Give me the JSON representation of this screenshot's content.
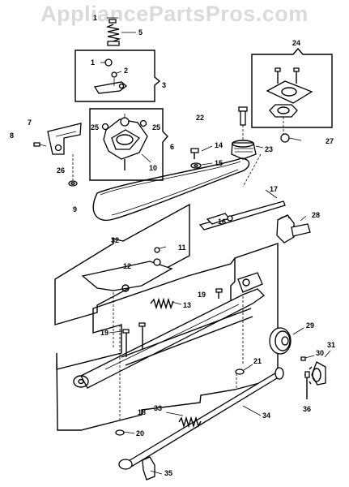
{
  "watermark": "AppliancePartsPros.com",
  "callouts": [
    "1",
    "5",
    "1",
    "2",
    "3",
    "24",
    "7",
    "25",
    "25",
    "8",
    "6",
    "10",
    "22",
    "14",
    "23",
    "27",
    "26",
    "15",
    "17",
    "9",
    "16",
    "28",
    "32",
    "11",
    "12",
    "13",
    "19",
    "19",
    "29",
    "31",
    "30",
    "21",
    "18",
    "33",
    "36",
    "34",
    "20",
    "35"
  ]
}
